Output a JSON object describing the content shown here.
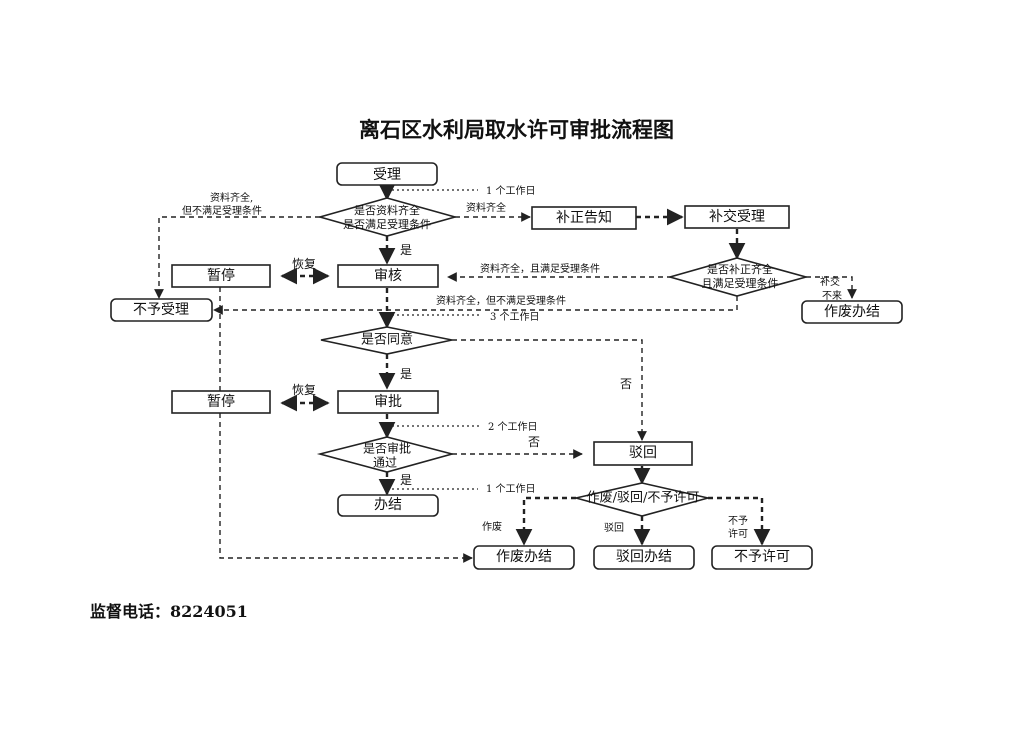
{
  "title": "离石区水利局取水许可审批流程图",
  "supervision": "监督电话：8224051",
  "nodes": {
    "accept": "受理",
    "check_docs_line1": "是否资料齐全",
    "check_docs_line2": "是否满足受理条件",
    "correction_notice": "补正告知",
    "supplement_accept": "补交受理",
    "supp_check_line1": "是否补正齐全",
    "supp_check_line2": "且满足受理条件",
    "pause1": "暂停",
    "review": "审核",
    "reject_accept": "不予受理",
    "void_close_top": "作废办结",
    "agree": "是否同意",
    "pause2": "暂停",
    "approve": "审批",
    "approved_q_line1": "是否审批",
    "approved_q_line2": "通过",
    "reject_back": "驳回",
    "done": "办结",
    "outcome_q": "作废/驳回/不予许可",
    "void_close": "作废办结",
    "reject_close": "驳回办结",
    "deny_permit": "不予许可"
  },
  "labels": {
    "incomplete_line1": "资料齐全,",
    "incomplete_line2": "但不满足受理条件",
    "complete_docs": "资料齐全",
    "one_day_top": "1 个工作日",
    "yes1": "是",
    "resume1": "恢复",
    "complete_and_meet": "资料齐全，且满足受理条件",
    "supp_no_line1": "补交",
    "supp_no_line2": "不来",
    "complete_not_meet": "资料齐全，但不满足受理条件",
    "three_days": "3 个工作日",
    "yes2": "是",
    "no_agree": "否",
    "resume2": "恢复",
    "two_days": "2 个工作日",
    "no_approve": "否",
    "yes3": "是",
    "one_day_bottom": "1 个工作日",
    "void": "作废",
    "reject": "驳回",
    "deny_line1": "不予",
    "deny_line2": "许可"
  }
}
